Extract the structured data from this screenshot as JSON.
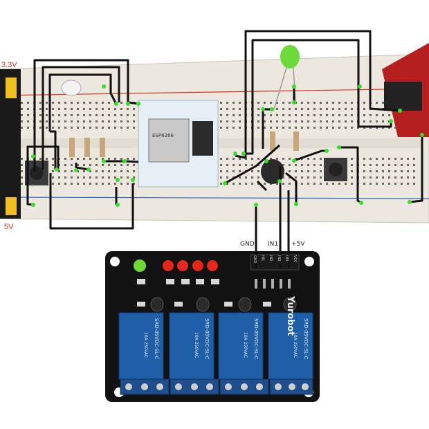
{
  "rail_labels": {
    "top": "3.3V",
    "bottom": "5V"
  },
  "relay_pin_labels": {
    "gnd": "GND",
    "in1": "IN1",
    "vcc": "+5V"
  },
  "relay_header_pins": [
    "GND",
    "IN1",
    "IN2",
    "IN3",
    "IN4",
    "VCC"
  ],
  "relay_brand": "Yurobot",
  "relay_model_text": "SRD-05VDC-SL-C",
  "relay_rating_text": "10A 250VAC",
  "module_label": "ESP8266",
  "colors": {
    "wire": "#111111",
    "node": "#35e02a",
    "led_green": "#6cdb3a",
    "led_red": "#e5261b",
    "relay_blue": "#1f5fa8",
    "board_black": "#121212",
    "breadboard": "#ede8df",
    "rail_red": "#d8321e",
    "rail_blue": "#2a6cc8"
  }
}
